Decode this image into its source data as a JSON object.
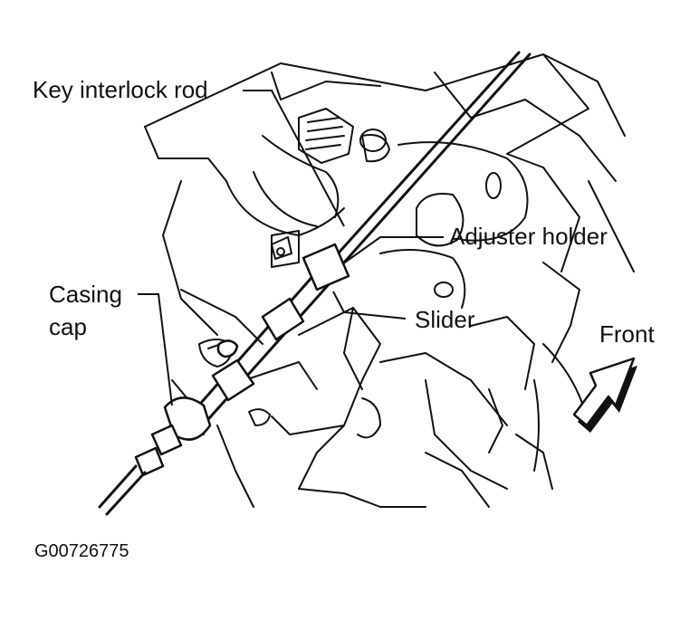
{
  "labels": {
    "key_interlock_rod": "Key interlock rod",
    "adjuster_holder": "Adjuster holder",
    "slider": "Slider",
    "casing_cap_line1": "Casing",
    "casing_cap_line2": "cap",
    "front": "Front"
  },
  "figure_code": "G00726775",
  "colors": {
    "ink": "#111111",
    "background": "#ffffff"
  },
  "icons": {
    "front_arrow": "hollow-arrow-up-right-icon"
  }
}
